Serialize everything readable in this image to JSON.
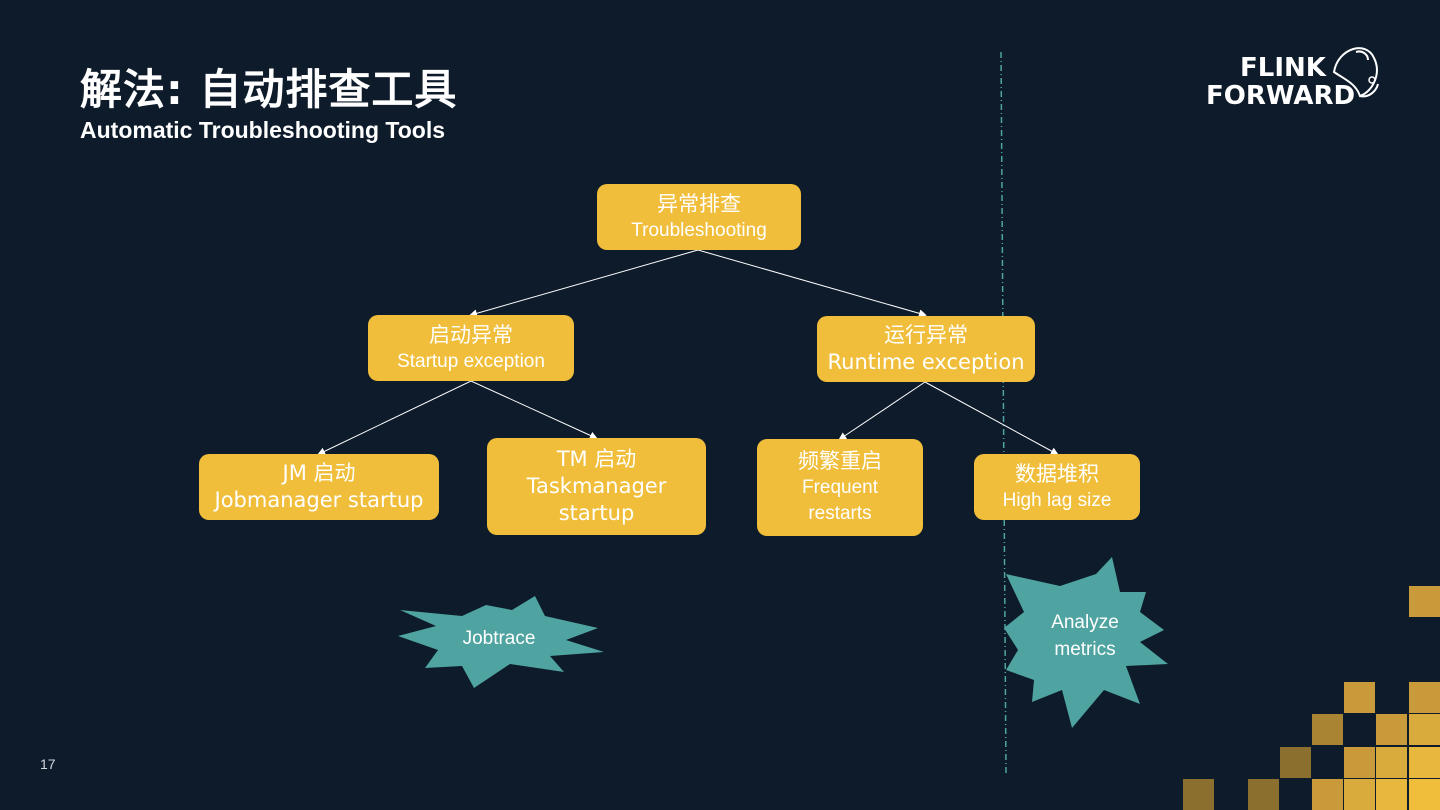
{
  "slide": {
    "title": "解法: 自动排查工具",
    "subtitle": "Automatic Troubleshooting Tools",
    "page_number": "17"
  },
  "logo": {
    "line1": "FLINK",
    "line2": "FORWARD"
  },
  "tree": {
    "root": {
      "zh": "异常排查",
      "en": "Troubleshooting"
    },
    "startup": {
      "zh": "启动异常",
      "en": "Startup exception"
    },
    "runtime": {
      "zh": "运行异常",
      "en": "Runtime exception"
    },
    "jm": {
      "line1": "JM 启动",
      "line2": "Jobmanager startup"
    },
    "tm": {
      "line1": "TM 启动",
      "line2": "Taskmanager",
      "line3": "startup"
    },
    "restart": {
      "zh": "频繁重启",
      "en1": "Frequent",
      "en2": "restarts"
    },
    "lag": {
      "zh": "数据堆积",
      "en": "High lag size"
    }
  },
  "tools": {
    "jobtrace": "Jobtrace",
    "analyze_line1": "Analyze",
    "analyze_line2": "metrics"
  },
  "colors": {
    "background": "#0d1b2a",
    "node": "#f0be3a",
    "burst": "#4fa3a0",
    "divider": "#4fa3a0"
  }
}
